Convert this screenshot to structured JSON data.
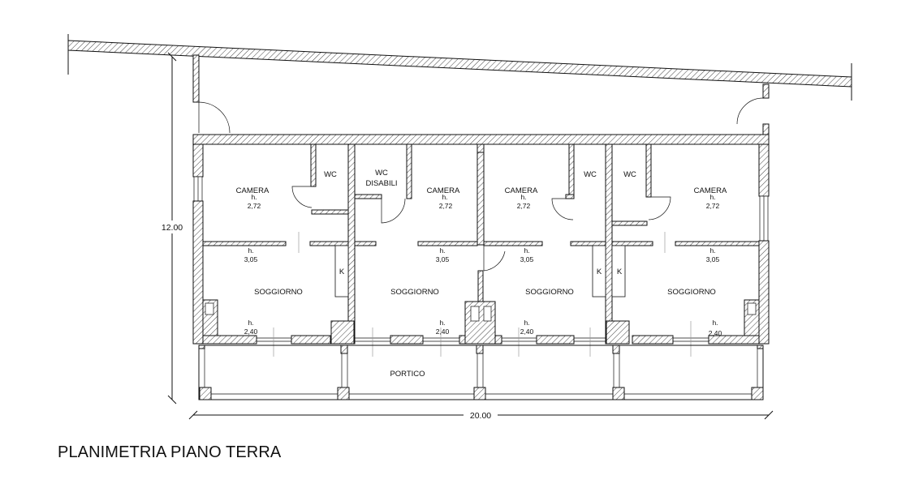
{
  "drawing": {
    "title": "PLANIMETRIA PIANO TERRA",
    "dim_height": "12.00",
    "dim_width": "20.00",
    "portico_label": "PORTICO"
  },
  "units": [
    {
      "camera": "CAMERA",
      "camera_h": "h.",
      "camera_h_val": "2,72",
      "wc": "WC",
      "soggiorno": "SOGGIORNO",
      "sogg_h": "h.",
      "sogg_h_val": "3,05",
      "low_h": "h.",
      "low_h_val": "2,40",
      "k": "K"
    },
    {
      "camera": "CAMERA",
      "camera_h": "h.",
      "camera_h_val": "2,72",
      "wc_line1": "WC",
      "wc_line2": "DISABILI",
      "soggiorno": "SOGGIORNO",
      "sogg_h": "h.",
      "sogg_h_val": "3,05",
      "low_h": "h.",
      "low_h_val": "2,40"
    },
    {
      "camera": "CAMERA",
      "camera_h": "h.",
      "camera_h_val": "2,72",
      "wc": "WC",
      "soggiorno": "SOGGIORNO",
      "sogg_h": "h.",
      "sogg_h_val": "3,05",
      "low_h": "h.",
      "low_h_val": "2,40",
      "k": "K"
    },
    {
      "camera": "CAMERA",
      "camera_h": "h.",
      "camera_h_val": "2,72",
      "wc": "WC",
      "soggiorno": "SOGGIORNO",
      "sogg_h": "h.",
      "sogg_h_val": "3,05",
      "low_h": "h.",
      "low_h_val": "2,40",
      "k": "K"
    }
  ]
}
